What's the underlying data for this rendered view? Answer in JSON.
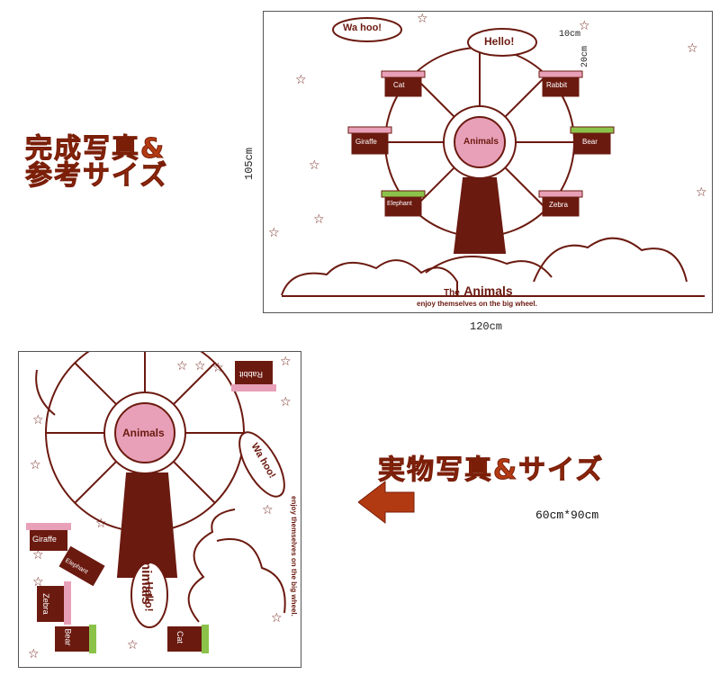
{
  "headings": {
    "finished_line1": "完成写真&",
    "finished_line2": "参考サイズ",
    "actual": "実物写真&サイズ"
  },
  "finished": {
    "width_label": "120cm",
    "height_label": "105cm",
    "item_width": "10cm",
    "item_height": "20cm"
  },
  "actual_size": "60cm*90cm",
  "sticker": {
    "speech_wahoo": "Wa hoo!",
    "speech_hello": "Hello!",
    "hub": "Animals",
    "title_the": "The",
    "title_main": "Animals",
    "tagline": "enjoy themselves on the big wheel.",
    "pots": [
      "Cat",
      "Rabbit",
      "Giraffe",
      "Bear",
      "Elephant",
      "Zebra"
    ]
  },
  "colors": {
    "brown": "#6b1a10",
    "pink": "#e8a0b8",
    "green": "#8bc34a",
    "heading": "#b23a12"
  }
}
